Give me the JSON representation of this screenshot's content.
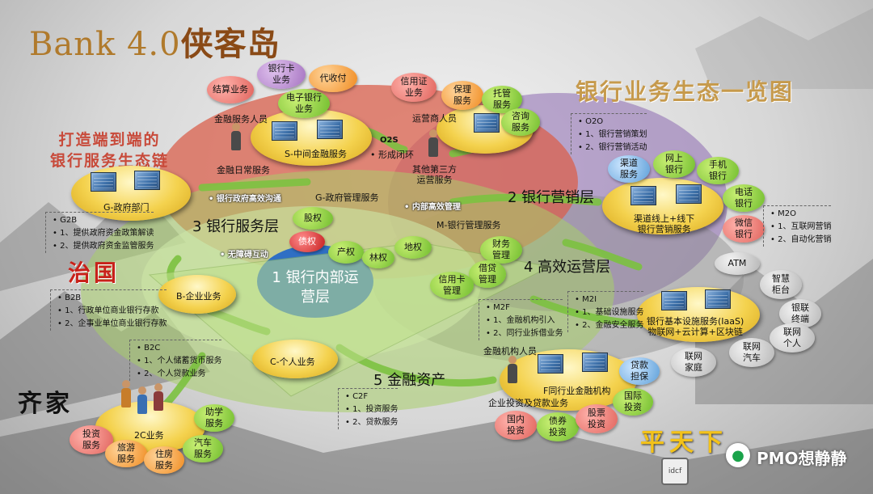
{
  "title": {
    "latin": "Bank  4.0",
    "cn": "侠客岛"
  },
  "subtitle_right": "银行业务生态一览图",
  "subtitle_left": [
    "打造端到端的",
    "银行服务生态链"
  ],
  "slogans": {
    "zhiguo": "治国",
    "qijia": "齐家",
    "pingtianxia": "平天下"
  },
  "layers": {
    "l1": [
      "1 银行内部运",
      "营层"
    ],
    "l2": "2 银行营销层",
    "l3": "3 银行服务层",
    "l4": "4 高效运营层",
    "l5": "5 金融资产"
  },
  "hubs": {
    "s": {
      "label": "S-中间金融服务",
      "people": "金融服务人员",
      "daily": "金融日常服务"
    },
    "g": {
      "label": "G-政府部门"
    },
    "yunying": {
      "people": "运营商人员",
      "third": [
        "其他第三方",
        "运营服务"
      ]
    },
    "channel": {
      "label": [
        "渠道线上+线下",
        "银行营销服务"
      ]
    },
    "infra": {
      "label": [
        "银行基本设施服务(IaaS)",
        "物联网+云计算+区块链"
      ]
    },
    "f": {
      "people": "金融机构人员",
      "label": "F同行业金融机构",
      "biz": "企业投资及贷款业务"
    },
    "two_c": {
      "label": "2C业务"
    },
    "b_ent": {
      "label": "B-企业业务"
    },
    "c_person": {
      "label": "C-个人业务"
    },
    "g_mgmt": "G-政府管理服务",
    "m_mgmt": "M-银行管理服务"
  },
  "bubbles": {
    "settlement": "结算业务",
    "bank_card": [
      "银行卡",
      "业务"
    ],
    "collect_pay": "代收付",
    "ebank": [
      "电子银行",
      "业务"
    ],
    "loc": [
      "信用证",
      "业务"
    ],
    "guarantee": [
      "保理",
      "服务"
    ],
    "custody": [
      "托管",
      "服务"
    ],
    "consult": [
      "咨询",
      "服务"
    ],
    "channel_svc": [
      "渠道",
      "服务"
    ],
    "online_bank": [
      "网上",
      "银行"
    ],
    "mobile_bank": [
      "手机",
      "银行"
    ],
    "phone_bank": [
      "电话",
      "银行"
    ],
    "wechat_bank": [
      "微信",
      "银行"
    ],
    "equity": "股权",
    "debt": "债权",
    "property": "产权",
    "forest": "林权",
    "land": "地权",
    "finance_mgmt": [
      "财务",
      "管理"
    ],
    "credit_card": [
      "信用卡",
      "管理"
    ],
    "loan_mgmt": [
      "借贷",
      "管理"
    ],
    "atm": "ATM",
    "smart_counter": [
      "智慧",
      "柜台"
    ],
    "terminal": [
      "银联",
      "终端"
    ],
    "iot_person": [
      "联网",
      "个人"
    ],
    "iot_home": [
      "联网",
      "家庭"
    ],
    "iot_car": [
      "联网",
      "汽车"
    ],
    "loan_guarantee": [
      "贷款",
      "担保"
    ],
    "intl_invest": [
      "国际",
      "投资"
    ],
    "domestic_invest": [
      "国内",
      "投资"
    ],
    "bond_invest": [
      "债券",
      "投资"
    ],
    "stock_invest": [
      "股票",
      "投资"
    ],
    "edu": [
      "助学",
      "服务"
    ],
    "invest_svc": [
      "投资",
      "服务"
    ],
    "travel": [
      "旅游",
      "服务"
    ],
    "housing": [
      "住房",
      "服务"
    ],
    "car": [
      "汽车",
      "服务"
    ]
  },
  "flows": {
    "o2s": "O2S",
    "closed_loop": "形成闭环",
    "gov_comm": "银行政府高效沟通",
    "internal": "内部高效管理",
    "barrier_free": "无障碍互动"
  },
  "info_boxes": {
    "o2o": {
      "head": "O2O",
      "items": [
        "1、银行营销策划",
        "2、银行营销活动"
      ]
    },
    "m2o": {
      "head": "M2O",
      "items": [
        "1、互联网营销",
        "2、自动化营销"
      ]
    },
    "g2b": {
      "head": "G2B",
      "items": [
        "1、提供政府资金政策解读",
        "2、提供政府资金监管服务"
      ]
    },
    "b2b": {
      "head": "B2B",
      "items": [
        "1、行政单位商业银行存款",
        "2、企事业单位商业银行存款"
      ]
    },
    "b2c": {
      "head": "B2C",
      "items": [
        "1、个人储蓄货币服务",
        "2、个人贷款业务"
      ]
    },
    "m2f": {
      "head": "M2F",
      "items": [
        "1、金融机构引入",
        "2、同行业拆借业务"
      ]
    },
    "m2i": {
      "head": "M2I",
      "items": [
        "1、基础设施服务",
        "2、金融安全服务"
      ]
    },
    "c2f": {
      "head": "C2F",
      "items": [
        "1、投资服务",
        "2、贷款服务"
      ]
    }
  },
  "watermark": {
    "text": "PMO想静静",
    "logo": "idcf"
  },
  "colors": {
    "title_gold": "#b07a2c",
    "zhiguo_red": "#c8211a",
    "pingtianxia_yellow": "#f3c21a",
    "layer_red": "#d9604c",
    "layer_purple": "#8d6ab0",
    "layer_green": "#a7cd6a",
    "core_blue": "#2f6fc4"
  }
}
